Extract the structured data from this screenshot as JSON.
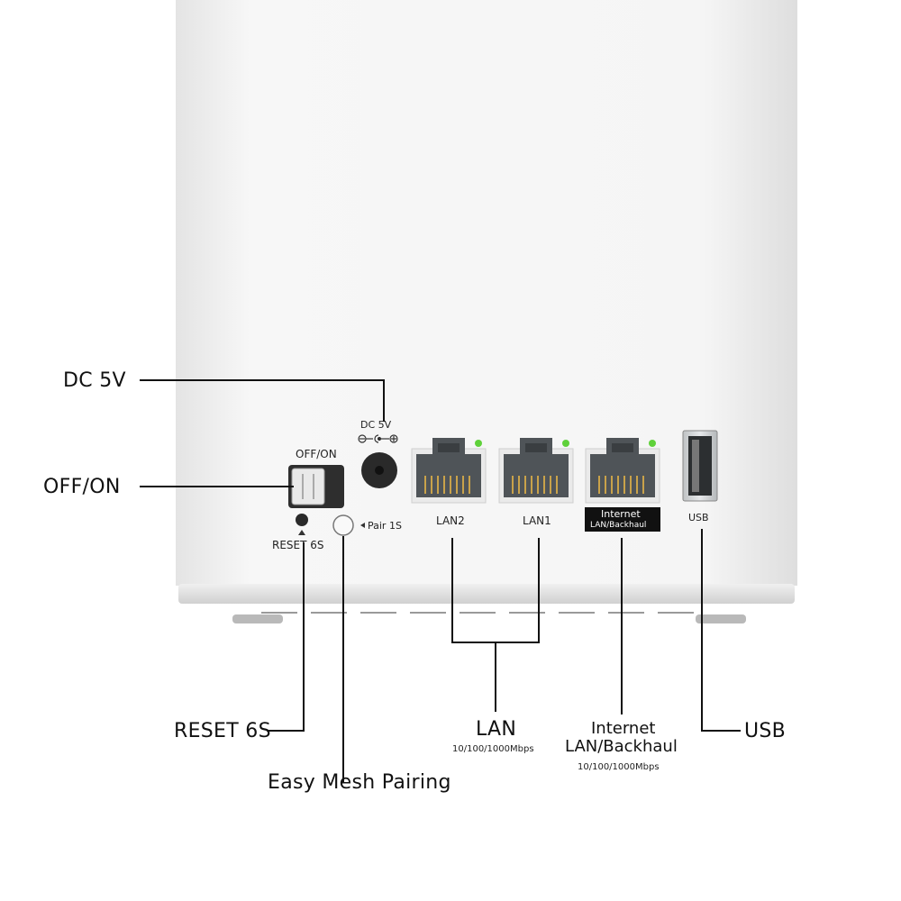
{
  "device_labels": {
    "dc": "DC 5V",
    "off_on": "OFF/ON",
    "reset": "RESET 6S",
    "pair": "Pair 1S",
    "lan2": "LAN2",
    "lan1": "LAN1",
    "internet": "Internet",
    "lan_backhaul": "LAN/Backhaul",
    "usb": "USB"
  },
  "callouts": {
    "dc": "DC 5V",
    "off_on": "OFF/ON",
    "reset": "RESET 6S",
    "easy_mesh": "Easy Mesh Pairing",
    "lan": "LAN",
    "lan_speed": "10/100/1000Mbps",
    "internet_line1": "Internet",
    "internet_line2": "LAN/Backhaul",
    "internet_speed": "10/100/1000Mbps",
    "usb": "USB"
  },
  "colors": {
    "body": "#f6f6f6",
    "panel": "#ededed",
    "port_led": "#5fd13a",
    "port": "#555a5e",
    "line": "#111111"
  }
}
